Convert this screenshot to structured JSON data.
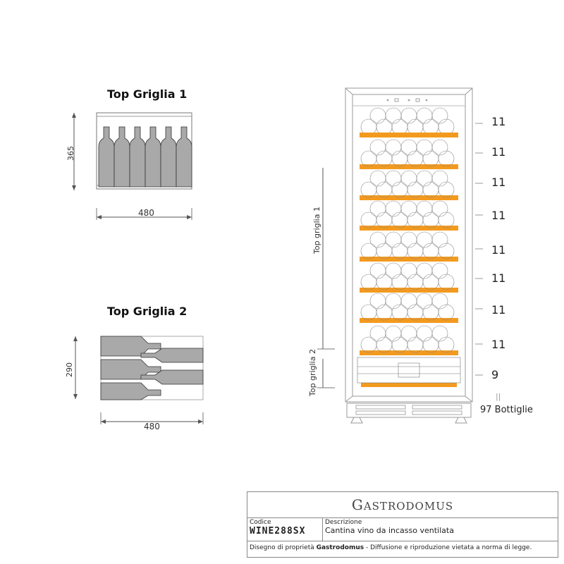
{
  "sections": {
    "top1": {
      "title": "Top Griglia 1",
      "height_dim": "365",
      "width_dim": "480"
    },
    "top2": {
      "title": "Top Griglia 2",
      "height_dim": "290",
      "width_dim": "480"
    }
  },
  "cabinet": {
    "side_labels": {
      "top1": "Top griglia 1",
      "top2": "Top griglia 2"
    },
    "shelf_counts": [
      "11",
      "11",
      "11",
      "11",
      "11",
      "11",
      "11",
      "11",
      "9"
    ],
    "equals_sign": "||",
    "total": "97 Bottiglie",
    "colors": {
      "shelf": "#f39a1e",
      "outline": "#999999"
    }
  },
  "title_block": {
    "logo": "Gastrodomus",
    "logo_initial": "G",
    "logo_rest": "ASTRODOMUS",
    "code_label": "Codice",
    "code_value": "WINE288SX",
    "desc_label": "Descrizione",
    "desc_value": "Cantina vino da incasso ventilata",
    "footer_prefix": "Disegno di proprietà ",
    "footer_brand": "Gastrodomus",
    "footer_suffix": " - Diffusione e riproduzione vietata a norma di legge."
  }
}
